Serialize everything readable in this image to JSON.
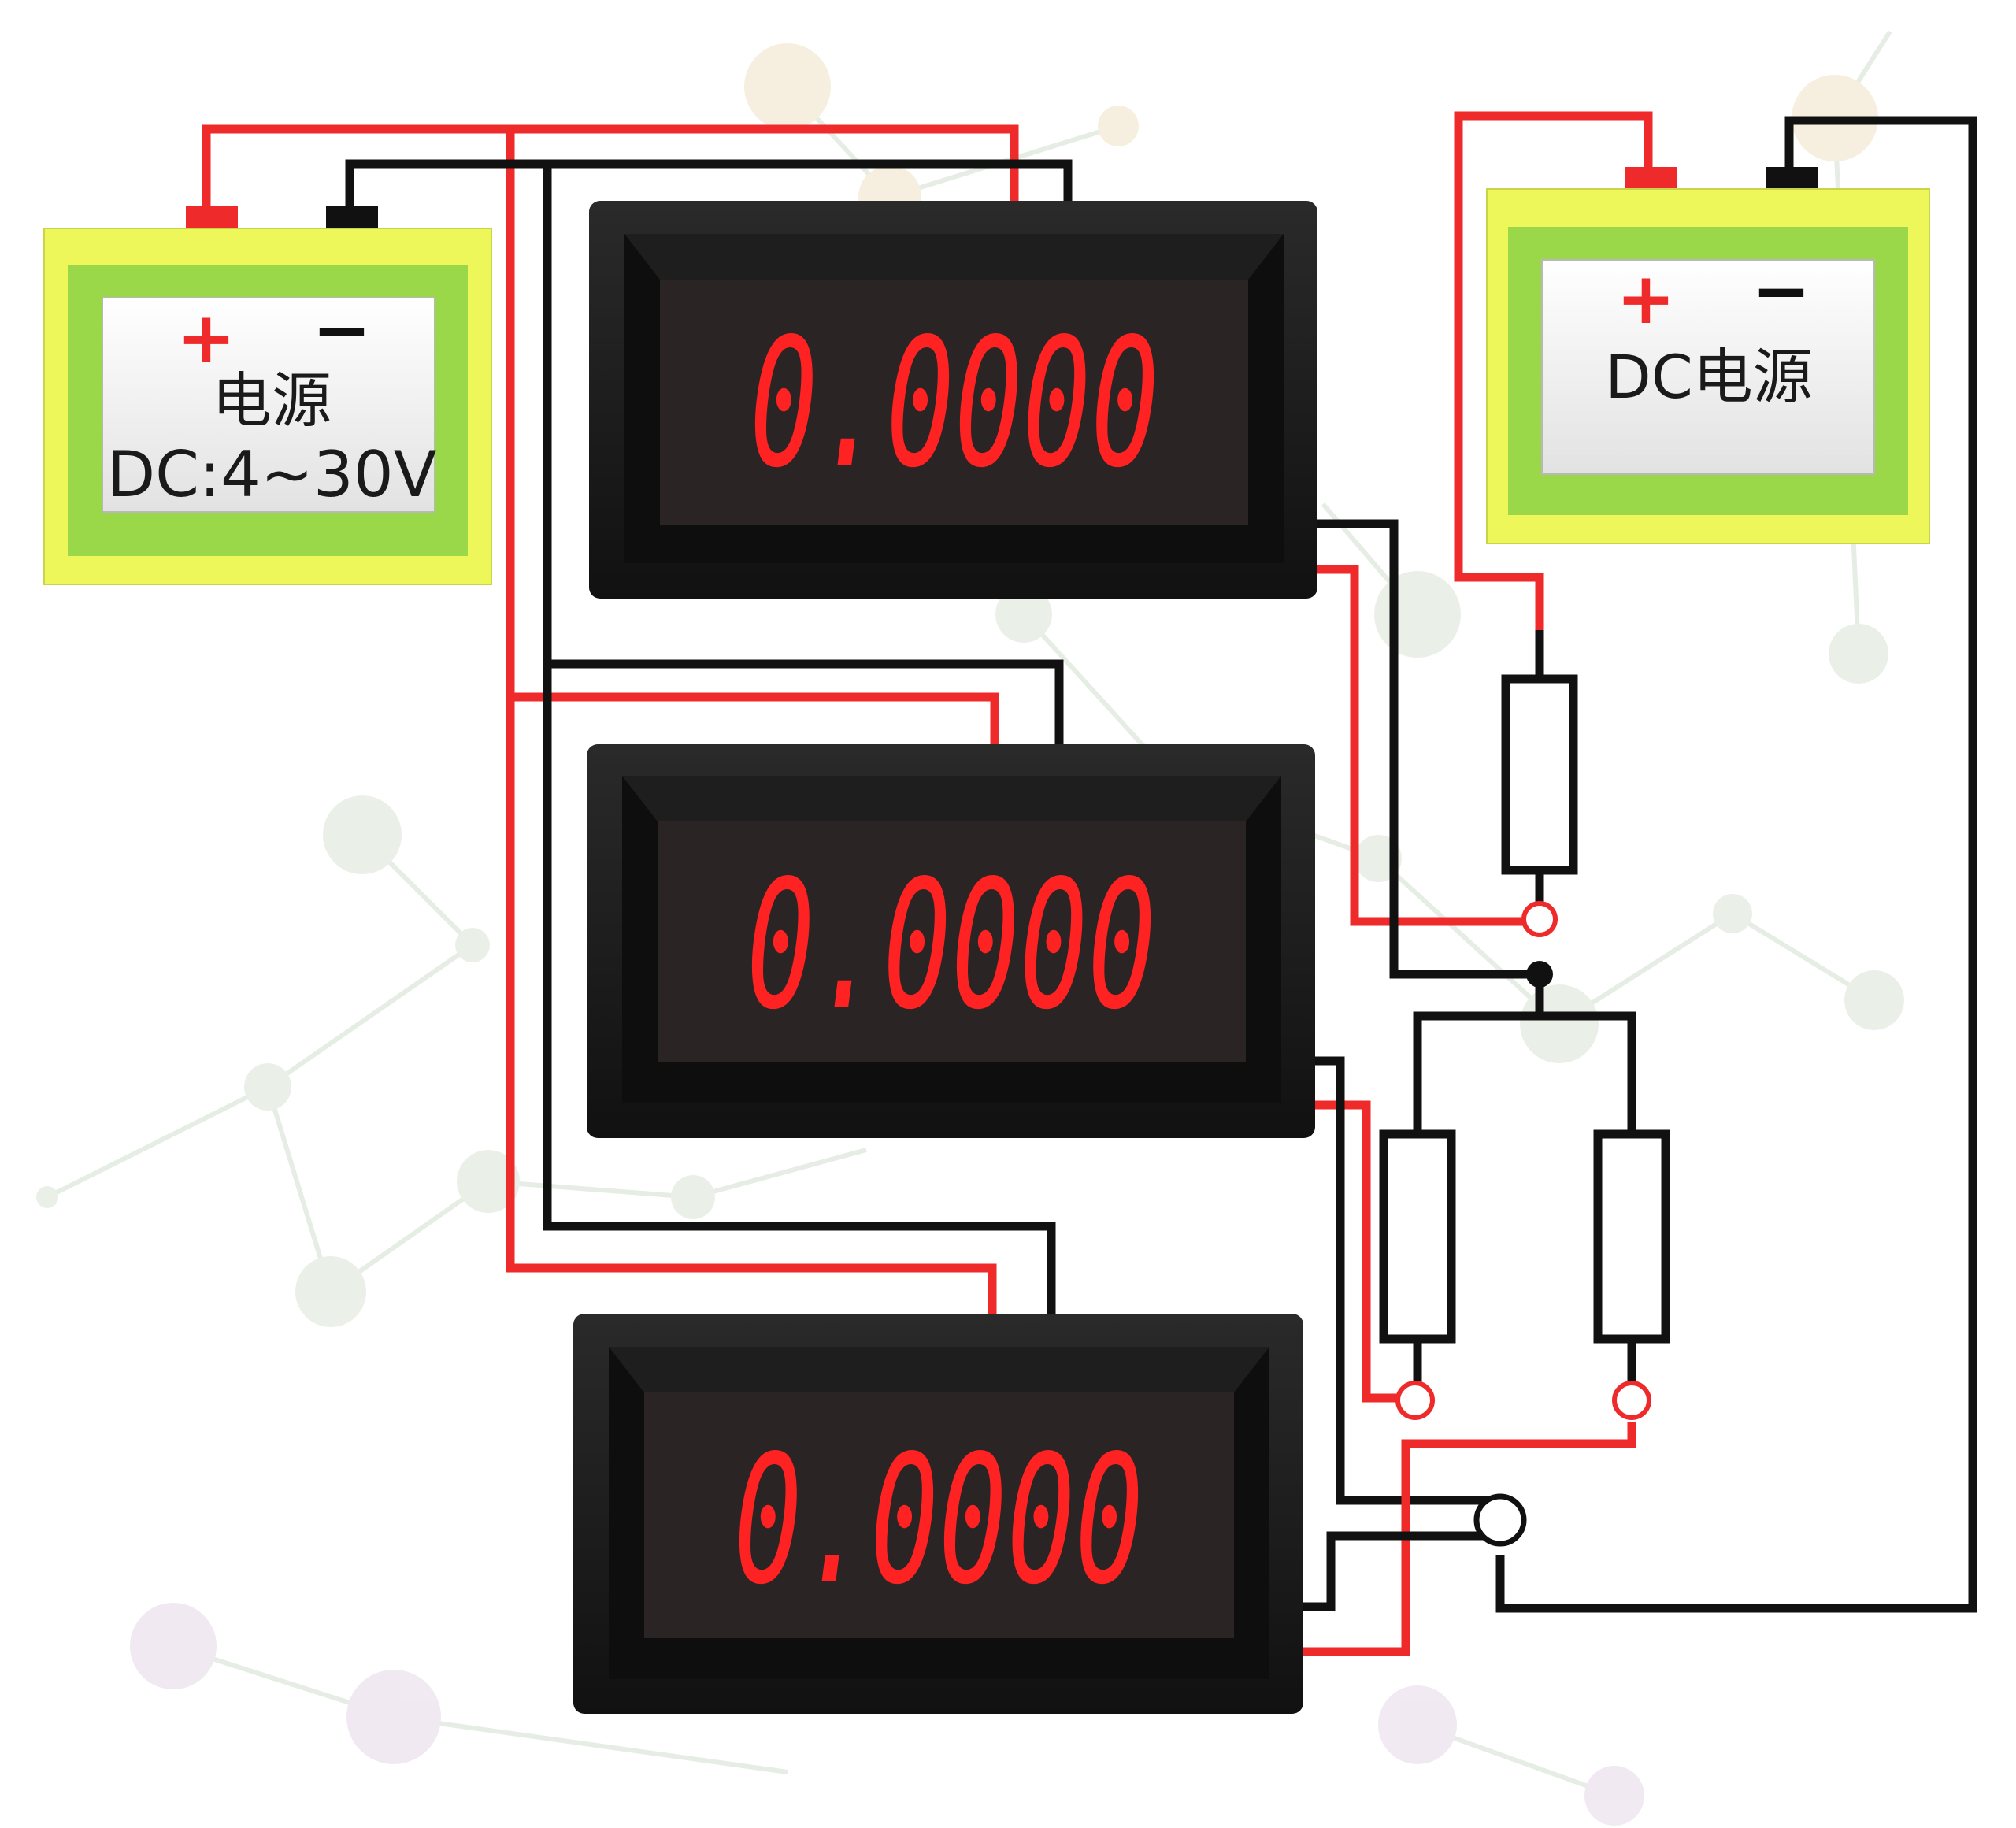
{
  "power_left": {
    "plus": "+",
    "minus": "−",
    "line1": "电源",
    "line2": "DC:4~30V"
  },
  "power_right": {
    "plus": "+",
    "minus": "−",
    "line1": "DC电源"
  },
  "meters": [
    {
      "reading": "0.0000"
    },
    {
      "reading": "0.0000"
    },
    {
      "reading": "0.0000"
    }
  ],
  "colors": {
    "wire_red": "#ee2a2a",
    "wire_black": "#111111",
    "battery_outer": "#eef75a",
    "battery_mid": "#9ad84a",
    "meter_case": "#1a1a1a",
    "segment": "#ff2222"
  }
}
